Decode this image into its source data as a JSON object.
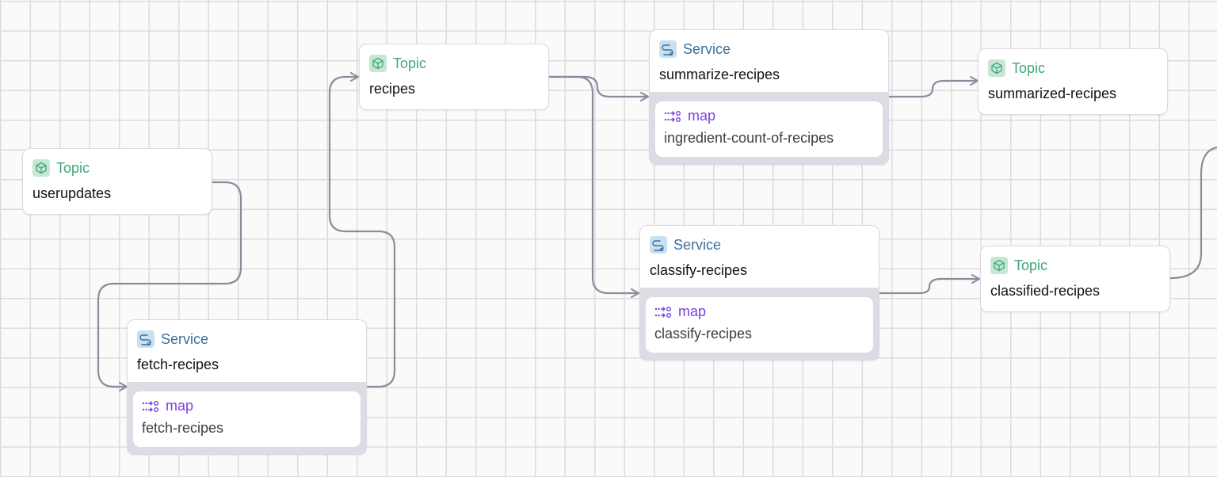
{
  "nodes": {
    "userupdates": {
      "kind": "Topic",
      "name": "userupdates"
    },
    "recipes": {
      "kind": "Topic",
      "name": "recipes"
    },
    "summarized_recipes": {
      "kind": "Topic",
      "name": "summarized-recipes"
    },
    "classified_recipes": {
      "kind": "Topic",
      "name": "classified-recipes"
    },
    "fetch_recipes": {
      "kind": "Service",
      "name": "fetch-recipes",
      "operator": {
        "type": "map",
        "name": "fetch-recipes"
      }
    },
    "summarize_recipes": {
      "kind": "Service",
      "name": "summarize-recipes",
      "operator": {
        "type": "map",
        "name": "ingredient-count-of-recipes"
      }
    },
    "classify_recipes": {
      "kind": "Service",
      "name": "classify-recipes",
      "operator": {
        "type": "map",
        "name": "classify-recipes"
      }
    }
  },
  "edges": [
    {
      "from": "userupdates",
      "to": "fetch-recipes"
    },
    {
      "from": "fetch-recipes",
      "to": "recipes"
    },
    {
      "from": "recipes",
      "to": "summarize-recipes"
    },
    {
      "from": "recipes",
      "to": "classify-recipes"
    },
    {
      "from": "summarize-recipes",
      "to": "summarized-recipes"
    },
    {
      "from": "classify-recipes",
      "to": "classified-recipes"
    },
    {
      "from": "classified-recipes",
      "to": "off-canvas"
    }
  ],
  "icons": {
    "topic": "cube-icon",
    "service": "service-icon",
    "operator": "map-flow-icon"
  },
  "colors": {
    "topic_accent": "#3ea878",
    "service_accent": "#3a6f9c",
    "operator_accent": "#7b3fe4",
    "edge": "#8e8a9c",
    "grid": "#dcdcdc"
  }
}
